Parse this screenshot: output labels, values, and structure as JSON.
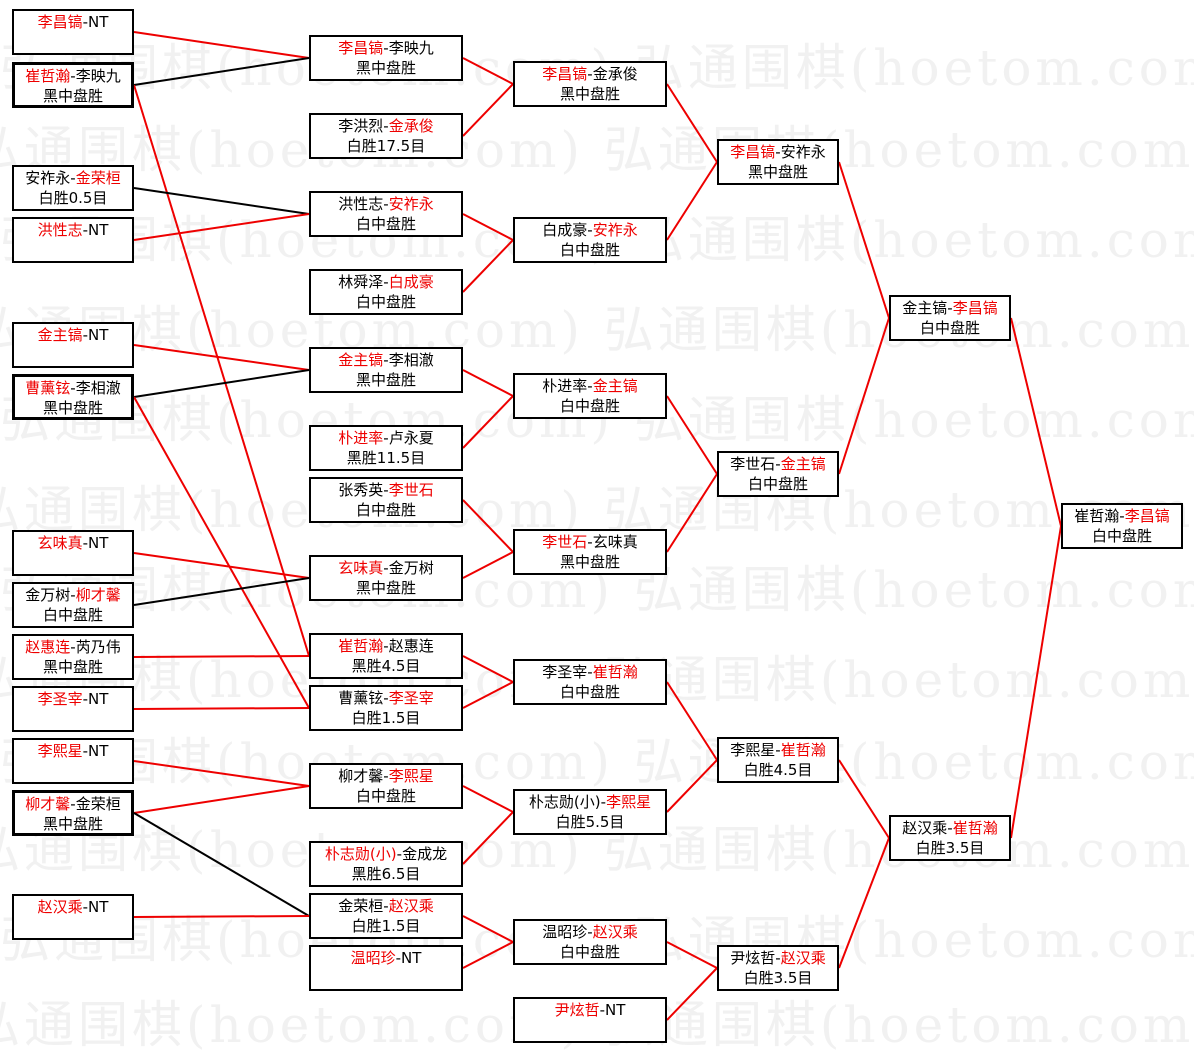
{
  "watermark": "弘通围棋(hoetom.com)",
  "colors": {
    "winner": "#ee0000",
    "line_win": "#ee0000",
    "line_loss": "#000000"
  },
  "rounds": [
    {
      "matches": [
        {
          "a": "李昌镐",
          "b": "NT",
          "winner": "a",
          "result": ""
        },
        {
          "a": "崔哲瀚",
          "b": "李映九",
          "winner": "a",
          "result": "黑中盘胜"
        },
        {
          "a": "安祚永",
          "b": "金荣桓",
          "winner": "b",
          "result": "白胜0.5目"
        },
        {
          "a": "洪性志",
          "b": "NT",
          "winner": "a",
          "result": ""
        },
        {
          "a": "金主镐",
          "b": "NT",
          "winner": "a",
          "result": ""
        },
        {
          "a": "曹薰铉",
          "b": "李相澈",
          "winner": "a",
          "result": "黑中盘胜"
        },
        {
          "a": "玄味真",
          "b": "NT",
          "winner": "a",
          "result": ""
        },
        {
          "a": "金万树",
          "b": "柳才馨",
          "winner": "b",
          "result": "白中盘胜"
        },
        {
          "a": "赵惠连",
          "b": "芮乃伟",
          "winner": "a",
          "result": "黑中盘胜"
        },
        {
          "a": "李圣宰",
          "b": "NT",
          "winner": "a",
          "result": ""
        },
        {
          "a": "李熙星",
          "b": "NT",
          "winner": "a",
          "result": ""
        },
        {
          "a": "柳才馨",
          "b": "金荣桓",
          "winner": "a",
          "result": "黑中盘胜"
        },
        {
          "a": "赵汉乘",
          "b": "NT",
          "winner": "a",
          "result": ""
        }
      ]
    },
    {
      "matches": [
        {
          "a": "李昌镐",
          "b": "李映九",
          "winner": "a",
          "result": "黑中盘胜"
        },
        {
          "a": "李洪烈",
          "b": "金承俊",
          "winner": "b",
          "result": "白胜17.5目"
        },
        {
          "a": "洪性志",
          "b": "安祚永",
          "winner": "b",
          "result": "白中盘胜"
        },
        {
          "a": "林舜泽",
          "b": "白成豪",
          "winner": "b",
          "result": "白中盘胜"
        },
        {
          "a": "金主镐",
          "b": "李相澈",
          "winner": "a",
          "result": "黑中盘胜"
        },
        {
          "a": "朴进率",
          "b": "卢永夏",
          "winner": "a",
          "result": "黑胜11.5目"
        },
        {
          "a": "张秀英",
          "b": "李世石",
          "winner": "b",
          "result": "白中盘胜"
        },
        {
          "a": "玄味真",
          "b": "金万树",
          "winner": "a",
          "result": "黑中盘胜"
        },
        {
          "a": "崔哲瀚",
          "b": "赵惠连",
          "winner": "a",
          "result": "黑胜4.5目"
        },
        {
          "a": "曹薰铉",
          "b": "李圣宰",
          "winner": "b",
          "result": "白胜1.5目"
        },
        {
          "a": "柳才馨",
          "b": "李熙星",
          "winner": "b",
          "result": "白中盘胜"
        },
        {
          "a": "朴志勋(小)",
          "b": "金成龙",
          "winner": "a",
          "result": "黑胜6.5目"
        },
        {
          "a": "金荣桓",
          "b": "赵汉乘",
          "winner": "b",
          "result": "白胜1.5目"
        },
        {
          "a": "温昭珍",
          "b": "NT",
          "winner": "a",
          "result": ""
        }
      ]
    },
    {
      "matches": [
        {
          "a": "李昌镐",
          "b": "金承俊",
          "winner": "a",
          "result": "黑中盘胜"
        },
        {
          "a": "白成豪",
          "b": "安祚永",
          "winner": "b",
          "result": "白中盘胜"
        },
        {
          "a": "朴进率",
          "b": "金主镐",
          "winner": "b",
          "result": "白中盘胜"
        },
        {
          "a": "李世石",
          "b": "玄味真",
          "winner": "a",
          "result": "黑中盘胜"
        },
        {
          "a": "李圣宰",
          "b": "崔哲瀚",
          "winner": "b",
          "result": "白中盘胜"
        },
        {
          "a": "朴志勋(小)",
          "b": "李熙星",
          "winner": "b",
          "result": "白胜5.5目"
        },
        {
          "a": "温昭珍",
          "b": "赵汉乘",
          "winner": "b",
          "result": "白中盘胜"
        },
        {
          "a": "尹炫哲",
          "b": "NT",
          "winner": "a",
          "result": ""
        }
      ]
    },
    {
      "matches": [
        {
          "a": "李昌镐",
          "b": "安祚永",
          "winner": "a",
          "result": "黑中盘胜"
        },
        {
          "a": "李世石",
          "b": "金主镐",
          "winner": "b",
          "result": "白中盘胜"
        },
        {
          "a": "李熙星",
          "b": "崔哲瀚",
          "winner": "b",
          "result": "白胜4.5目"
        },
        {
          "a": "尹炫哲",
          "b": "赵汉乘",
          "winner": "b",
          "result": "白胜3.5目"
        }
      ]
    },
    {
      "matches": [
        {
          "a": "金主镐",
          "b": "李昌镐",
          "winner": "b",
          "result": "白中盘胜"
        },
        {
          "a": "赵汉乘",
          "b": "崔哲瀚",
          "winner": "b",
          "result": "白胜3.5目"
        }
      ]
    },
    {
      "matches": [
        {
          "a": "崔哲瀚",
          "b": "李昌镐",
          "winner": "b",
          "result": "白中盘胜"
        }
      ]
    }
  ]
}
